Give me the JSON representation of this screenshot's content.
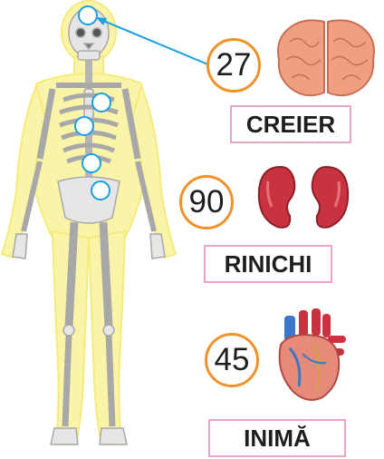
{
  "organs": [
    {
      "id": "brain",
      "number": "27",
      "label": "CREIER"
    },
    {
      "id": "kidneys",
      "number": "90",
      "label": "RINICHI"
    },
    {
      "id": "heart",
      "number": "45",
      "label": "INIMĂ"
    }
  ],
  "colors": {
    "badge_border": "#f0922b",
    "label_border": "#e7a6c6",
    "body_glow": "#faf4a8",
    "bone": "#d9d9d9",
    "connector": "#1a9fe0"
  }
}
